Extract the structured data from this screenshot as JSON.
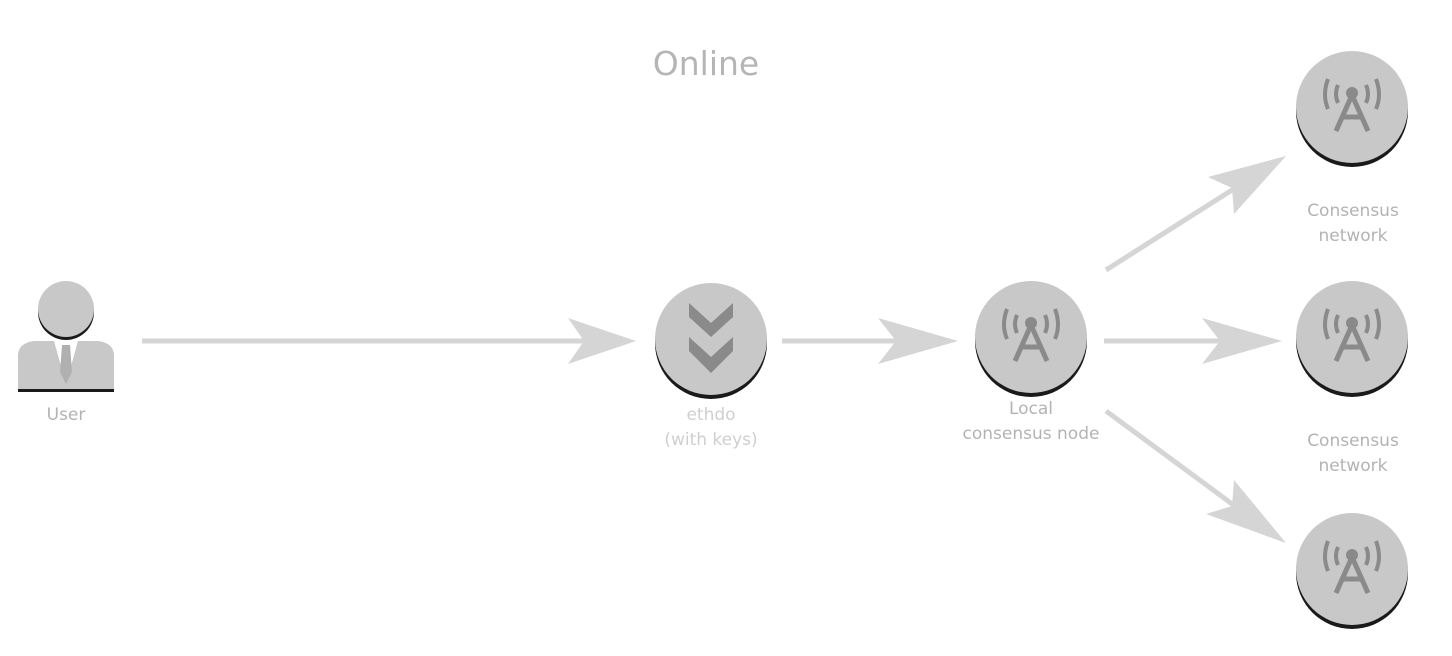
{
  "title": "Online",
  "nodes": {
    "user": {
      "label": "User",
      "icon": "user-icon"
    },
    "ethdo": {
      "label": "ethdo\n(with keys)",
      "icon": "double-chevron-down-icon"
    },
    "local": {
      "label": "Local\nconsensus node",
      "icon": "antenna-icon"
    },
    "network_top": {
      "icon": "antenna-icon"
    },
    "network_mid": {
      "icon": "antenna-icon"
    },
    "network_bot": {
      "icon": "antenna-icon"
    }
  },
  "network_labels": [
    "Consensus\nnetwork",
    "Consensus\nnetwork"
  ],
  "edges": [
    {
      "from": "user",
      "to": "ethdo"
    },
    {
      "from": "ethdo",
      "to": "local"
    },
    {
      "from": "local",
      "to": "network_top"
    },
    {
      "from": "local",
      "to": "network_mid"
    },
    {
      "from": "local",
      "to": "network_bot"
    }
  ],
  "colors": {
    "node_fill": "#c8c8c8",
    "node_shadow": "#1a1a1a",
    "arrow": "#d5d5d5",
    "text": "#b3b3b3",
    "icon_dark": "#8a8a8a"
  }
}
